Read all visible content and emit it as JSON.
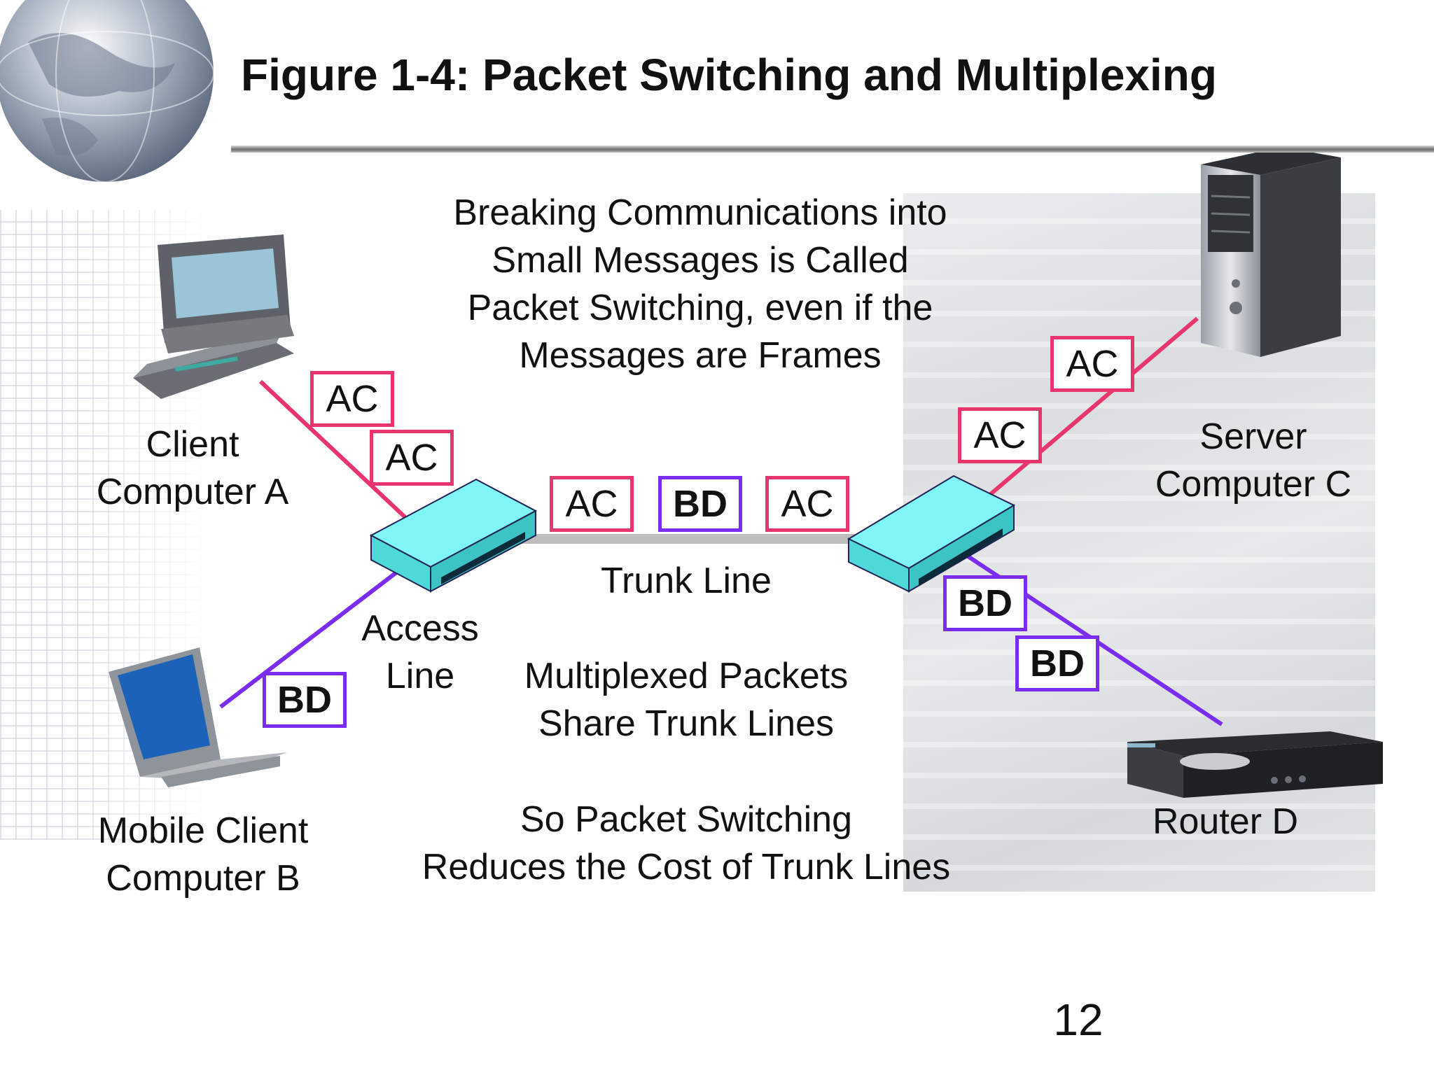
{
  "title": "Figure 1-4: Packet Switching and Multiplexing",
  "page_number": "12",
  "top_note": [
    "Breaking Communications into",
    "Small Messages is Called",
    "Packet Switching, even if the",
    "Messages are Frames"
  ],
  "labels": {
    "client_a": [
      "Client",
      "Computer A"
    ],
    "mobile_b": [
      "Mobile Client",
      "Computer B"
    ],
    "server_c": [
      "Server",
      "Computer C"
    ],
    "router_d": "Router D",
    "access_line": [
      "Access",
      "Line"
    ],
    "trunk_line": "Trunk Line"
  },
  "notes": {
    "multiplexed": [
      "Multiplexed Packets",
      "Share Trunk Lines"
    ],
    "cost": [
      "So Packet Switching",
      "Reduces the Cost of Trunk Lines"
    ]
  },
  "packets": {
    "ac": "AC",
    "bd": "BD"
  },
  "colors": {
    "ac_line": "#e8356e",
    "bd_line": "#7a2cf0",
    "trunk": "#bdbdbd",
    "switch": "#66f0f0"
  },
  "icons": [
    "globe-icon",
    "desktop-computer-icon",
    "laptop-icon",
    "server-tower-icon",
    "router-icon",
    "switch-icon"
  ]
}
